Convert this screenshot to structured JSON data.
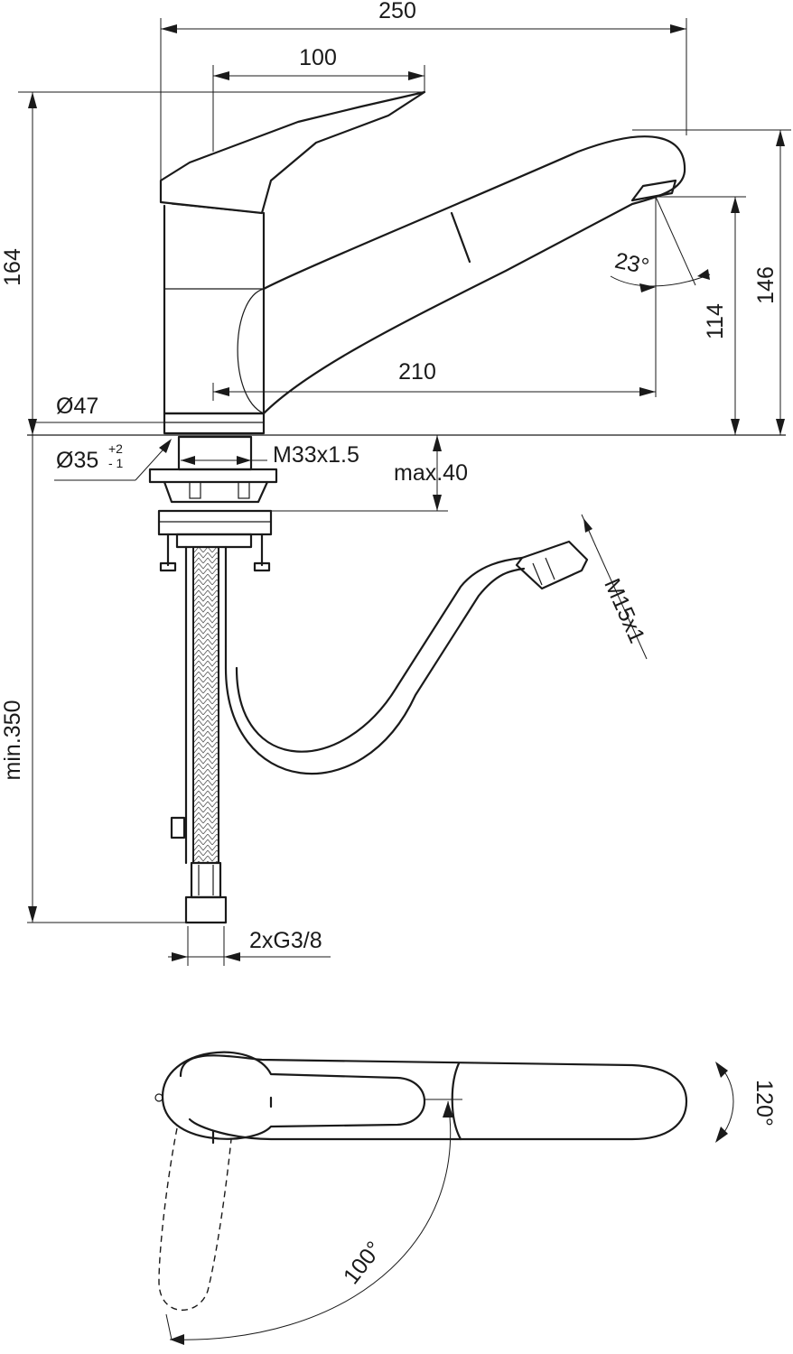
{
  "side_view": {
    "width_total": "250",
    "lever_length": "100",
    "height_total": "164",
    "spout_height": "146",
    "outlet_height": "114",
    "spout_reach": "210",
    "spray_angle": "23°",
    "base_diameter": "Ø47",
    "hole_diameter": "Ø35",
    "hole_tol_plus": "+2",
    "hole_tol_minus": "- 1",
    "thread_mount": "M33x1.5",
    "max_thickness": "max.40",
    "hose_thread": "M15x1",
    "min_length": "min.350",
    "connection": "2xG3/8"
  },
  "top_view": {
    "swivel_angle": "100°",
    "rotation_angle": "120°"
  }
}
